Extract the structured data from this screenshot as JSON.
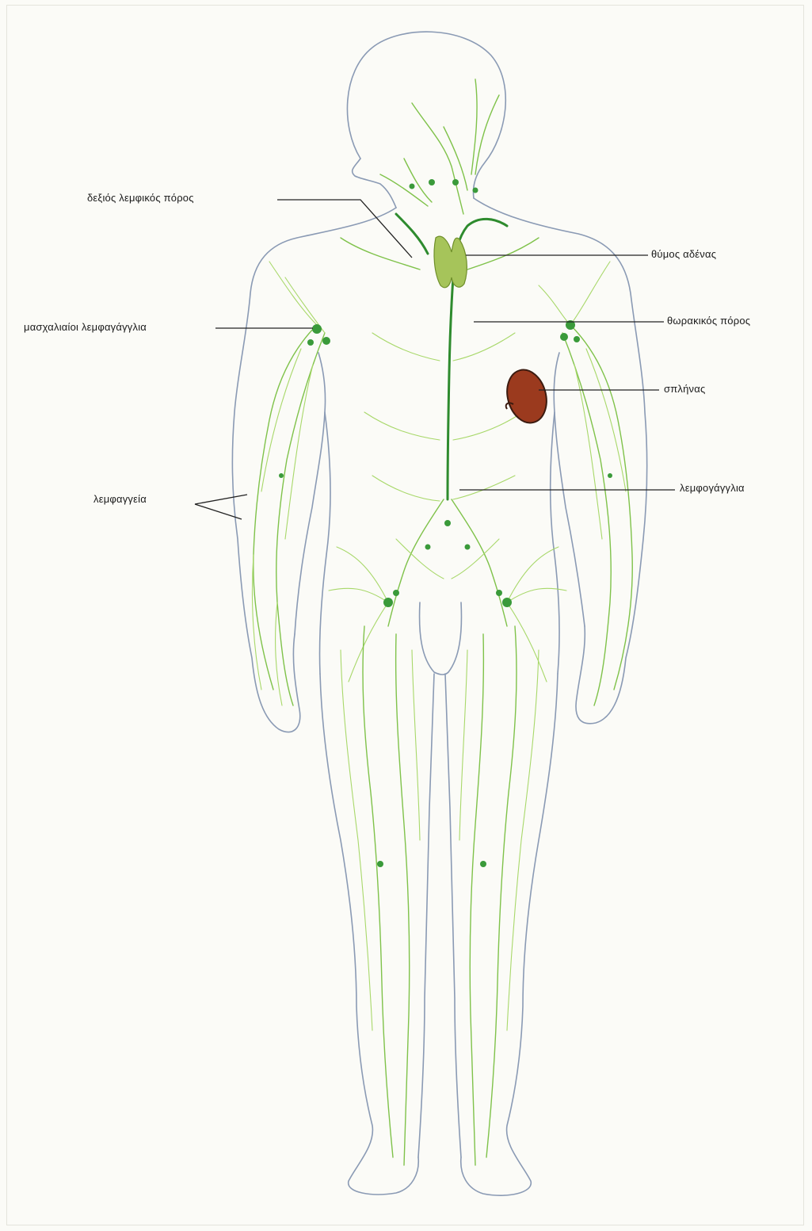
{
  "labels": {
    "right_lymphatic_duct": "δεξιός λεμφικός πόρος",
    "thymus": "θύμος αδένας",
    "axillary_nodes": "μασχαλιαίοι λεμφαγάγγλια",
    "thoracic_duct": "θωρακικός πόρος",
    "spleen": "σπλήνας",
    "lymph_vessels": "λεμφαγγεία",
    "lymph_nodes": "λεμφογάγγλια"
  },
  "colors": {
    "body_outline": "#8a9ab4",
    "lymph_vessel": "#7fc24a",
    "thoracic_duct": "#2e8b2e",
    "thymus": "#a6c45a",
    "spleen": "#9b3a1e",
    "background": "#fbfbf7"
  }
}
